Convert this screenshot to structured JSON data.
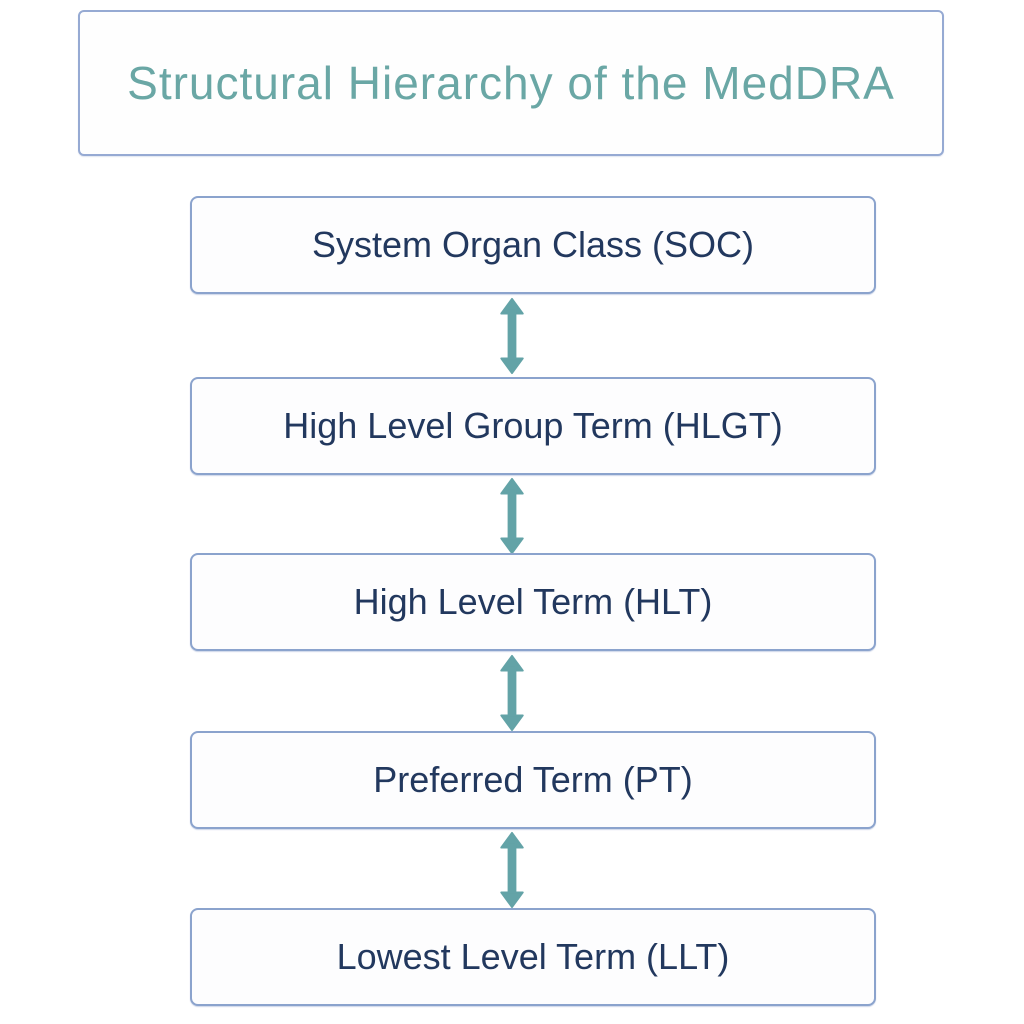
{
  "title": {
    "text": "Structural Hierarchy of the MedDRA"
  },
  "diagram": {
    "levels": [
      {
        "id": "soc",
        "label": "System Organ Class (SOC)"
      },
      {
        "id": "hlgt",
        "label": "High Level Group Term (HLGT)"
      },
      {
        "id": "hlt",
        "label": "High Level Term (HLT)"
      },
      {
        "id": "pt",
        "label": "Preferred Term (PT)"
      },
      {
        "id": "llt",
        "label": "Lowest Level Term (LLT)"
      }
    ],
    "connector": "double-headed-vertical-arrow",
    "connector_count": 4
  },
  "colors": {
    "background": "#ffffff",
    "title_text": "#6aa7a5",
    "box_border": "#8ba3cd",
    "box_text": "#22385e",
    "arrow": "#63a3a7"
  }
}
